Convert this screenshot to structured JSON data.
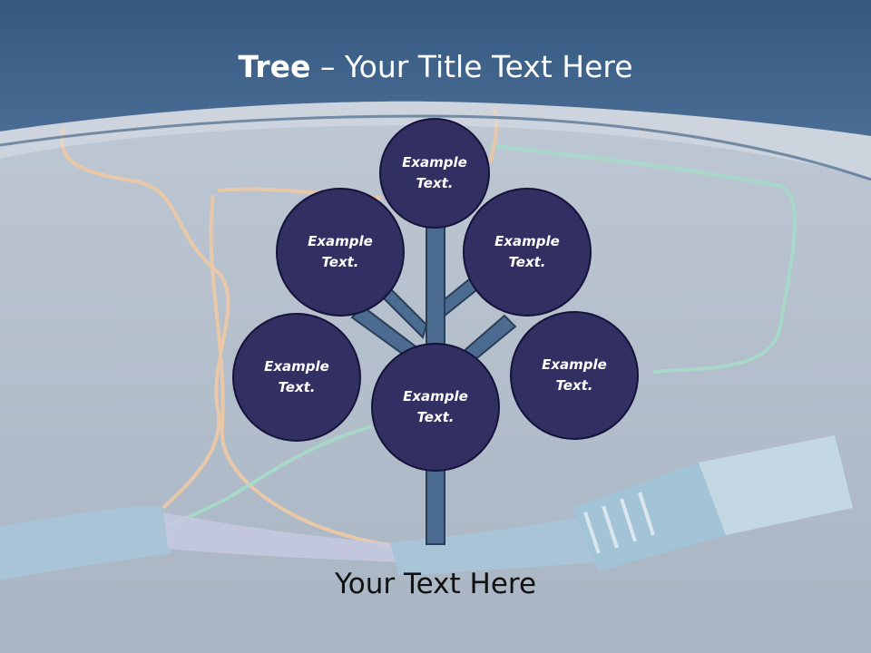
{
  "slide": {
    "title_bold": "Tree",
    "title_rest": " – Your Title Text Here",
    "caption": "Your Text Here"
  },
  "nodes": [
    {
      "id": "top",
      "label": "Example Text."
    },
    {
      "id": "upper-left",
      "label": "Example Text."
    },
    {
      "id": "upper-right",
      "label": "Example Text."
    },
    {
      "id": "lower-left",
      "label": "Example Text."
    },
    {
      "id": "center",
      "label": "Example Text."
    },
    {
      "id": "lower-right",
      "label": "Example Text."
    }
  ],
  "colors": {
    "header": "#3f6289",
    "node_fill": "#322f63",
    "branch": "#4b6c90",
    "background": "#b7c2d0"
  }
}
